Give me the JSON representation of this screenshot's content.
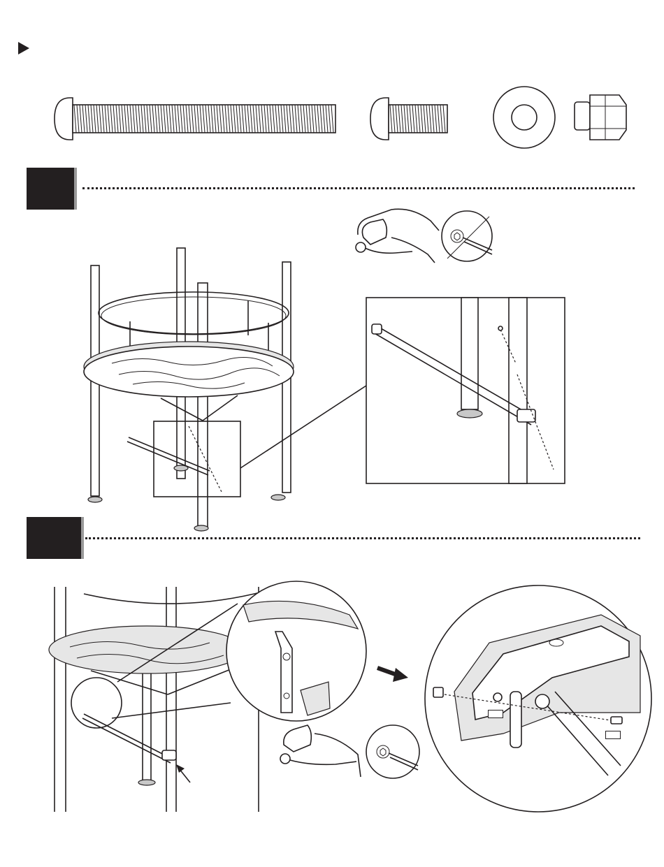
{
  "header": {
    "arrow_icon": "play-triangle-icon",
    "title": ""
  },
  "hardware": {
    "items": [
      {
        "name": "long-bolt"
      },
      {
        "name": "short-bolt"
      },
      {
        "name": "flat-washer"
      },
      {
        "name": "lock-nut"
      }
    ]
  },
  "steps": [
    {
      "number": ""
    },
    {
      "number": ""
    }
  ],
  "callouts": {
    "step2_label_left": "",
    "step2_label_right": ""
  },
  "colors": {
    "ink": "#231f20",
    "step_box": "#231f20",
    "step_shadow": "#9a9a9a",
    "part_gray": "#c8c8c8"
  }
}
